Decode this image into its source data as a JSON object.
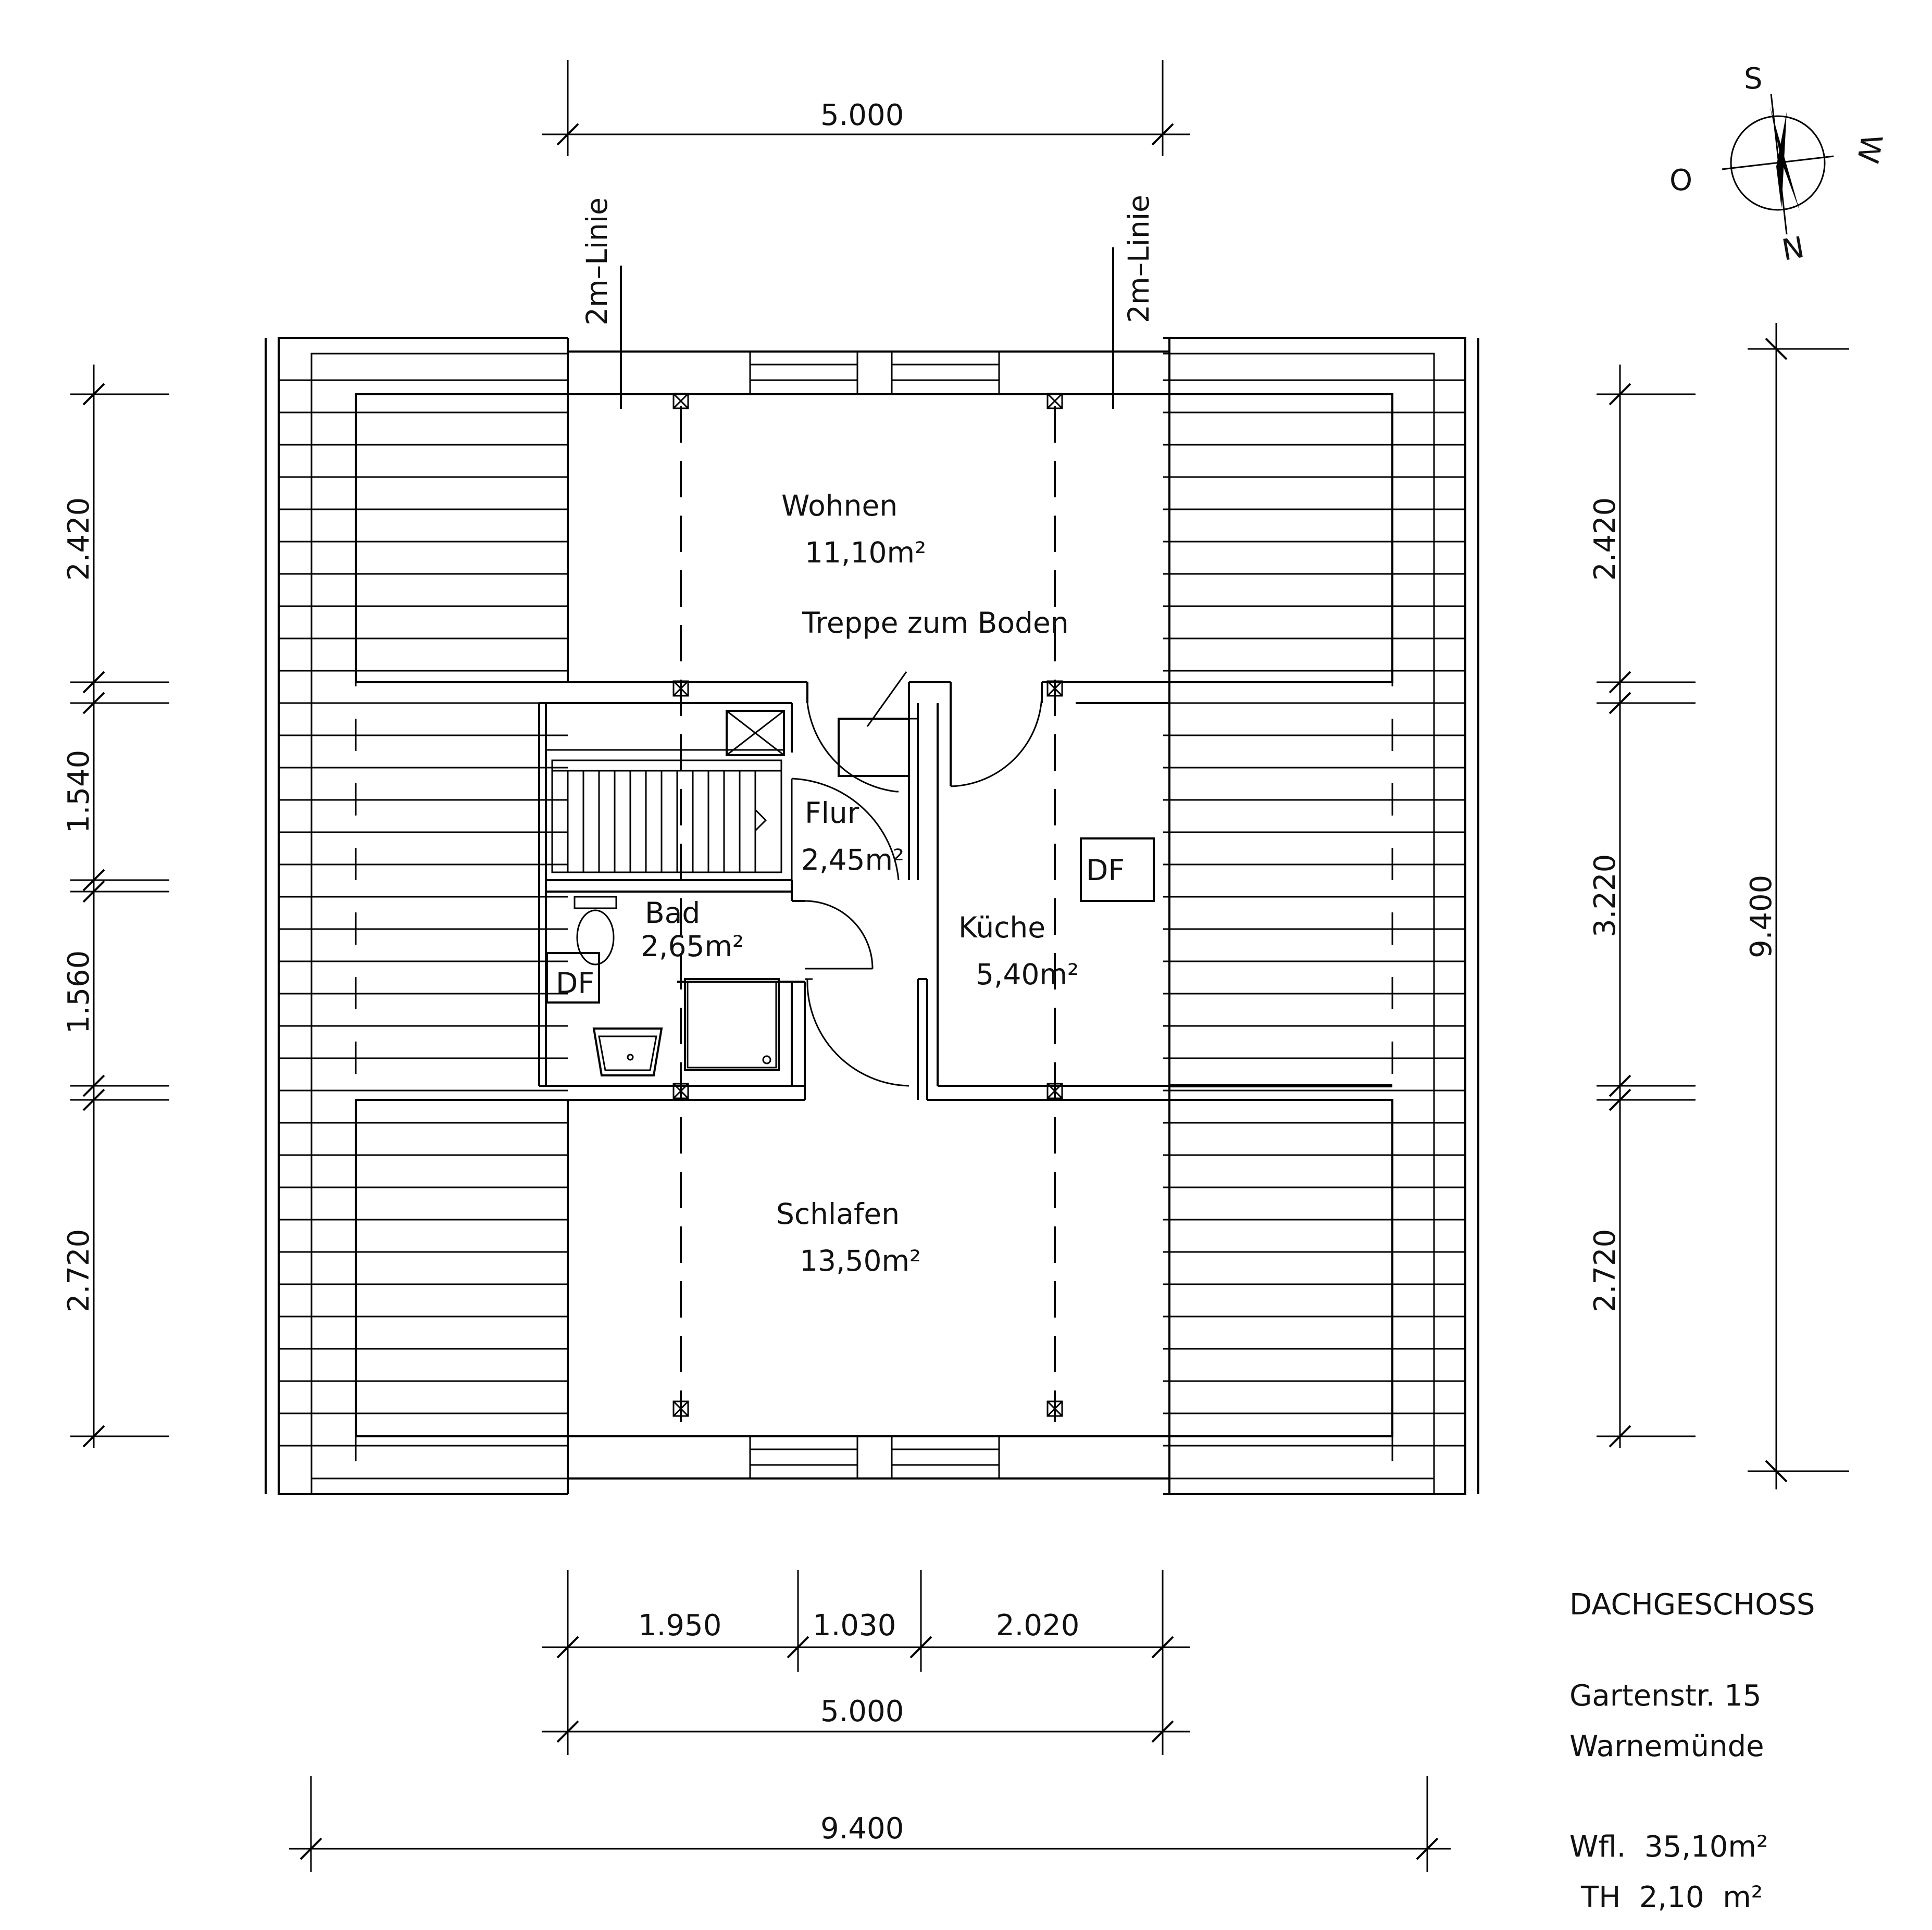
{
  "rooms": {
    "wohnen": {
      "name": "Wohnen",
      "area": "11,10m²"
    },
    "treppe": {
      "name": "Treppe zum Boden"
    },
    "flur": {
      "name": "Flur",
      "area": "2,45m²"
    },
    "bad": {
      "name": "Bad",
      "area": "2,65m²"
    },
    "kueche": {
      "name": "Küche",
      "area": "5,40m²"
    },
    "schlafen": {
      "name": "Schlafen",
      "area": "13,50m²"
    }
  },
  "fixtures": {
    "df_bad": "DF",
    "df_kueche": "DF"
  },
  "lines": {
    "left": "2m–Linie",
    "right": "2m–Linie"
  },
  "dimensions": {
    "top": "5.000",
    "left": [
      "2.420",
      "1.540",
      "1.560",
      "2.720"
    ],
    "right": [
      "2.420",
      "3.220",
      "2.720"
    ],
    "right_total": "9.400",
    "bottom_segments": [
      "1.950",
      "1.030",
      "2.020"
    ],
    "bottom_mid": "5.000",
    "bottom_total": "9.400"
  },
  "compass": {
    "s": "S",
    "n": "N",
    "o": "O",
    "w": "W"
  },
  "titleblock": {
    "floor": "DACHGESCHOSS",
    "street": "Gartenstr. 15",
    "city": "Warnemünde",
    "wfl": "Wfl.  35,10m²",
    "th": "TH  2,10  m²"
  }
}
